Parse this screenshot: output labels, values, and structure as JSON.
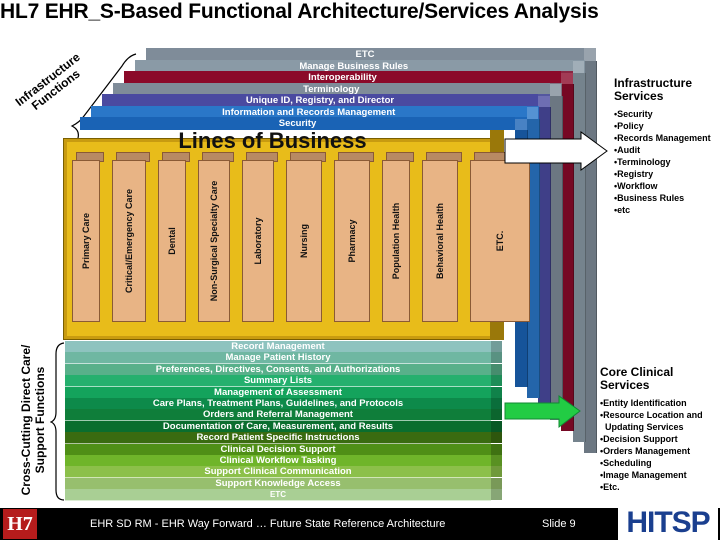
{
  "title": "HL7 EHR_S-Based Functional Architecture/Services Analysis",
  "infra_label": "Infrastructure Functions",
  "cross_label": "Cross-Cutting Direct Care/ Support Functions",
  "infra_layers": [
    {
      "label": "ETC",
      "color": "#7f8c99"
    },
    {
      "label": "Manage Business Rules",
      "color": "#8a9aa6"
    },
    {
      "label": "Interoperability",
      "color": "#8b0a2a"
    },
    {
      "label": "Terminology",
      "color": "#7f8c99"
    },
    {
      "label": "Unique ID, Registry, and Director",
      "color": "#4a4aa0"
    },
    {
      "label": "Information and Records Management",
      "color": "#2a77c8"
    },
    {
      "label": "Security",
      "color": "#1a63b5"
    }
  ],
  "lines_of_business": {
    "title": "Lines of Business",
    "columns": [
      "Primary Care",
      "Critical/Emergency Care",
      "Dental",
      "Non-Surgical Specialty Care",
      "Laboratory",
      "Nursing",
      "Pharmacy",
      "Population Health",
      "Behavioral Health",
      "ETC."
    ]
  },
  "core_layers": [
    {
      "label": "Record Management",
      "color": "#8ec3bf"
    },
    {
      "label": "Manage Patient History",
      "color": "#6fb7a2"
    },
    {
      "label": "Preferences, Directives, Consents, and Authorizations",
      "color": "#58b08a"
    },
    {
      "label": "Summary Lists",
      "color": "#25b06e"
    },
    {
      "label": "Management of Assessment",
      "color": "#14a35c"
    },
    {
      "label": "Care Plans, Treatment Plans, Guidelines, and Protocols",
      "color": "#0d8a4a"
    },
    {
      "label": "Orders and Referral Management",
      "color": "#0f7e3a"
    },
    {
      "label": "Documentation of Care, Measurement, and Results",
      "color": "#0a6e2e"
    },
    {
      "label": "Record Patient Specific Instructions",
      "color": "#3a6b10"
    },
    {
      "label": "Clinical Decision Support",
      "color": "#4f8f16"
    },
    {
      "label": "Clinical Workflow Tasking",
      "color": "#6fb52a"
    },
    {
      "label": "Support Clinical Communication",
      "color": "#8cc04a"
    },
    {
      "label": "Support Knowledge Access",
      "color": "#97bf6e"
    },
    {
      "label": "ETC",
      "color": "#a9cf94"
    }
  ],
  "infra_services": {
    "heading": "Infrastructure Services",
    "items": [
      "•Security",
      "•Policy",
      "•Records Management",
      "•Audit",
      "•Terminology",
      "•Registry",
      "•Workflow",
      "•Business Rules",
      "•etc"
    ]
  },
  "core_services": {
    "heading": "Core Clinical Services",
    "items": [
      "•Entity Identification",
      "•Resource Location and",
      "  Updating Services",
      "•Decision Support",
      "•Orders Management",
      "•Scheduling",
      "•Image Management",
      "•Etc."
    ]
  },
  "footer": {
    "text": "EHR SD RM - EHR Way Forward  … Future State Reference Architecture",
    "slide": "Slide 9",
    "hl7_logo": "H7",
    "hitsp_logo": "HITSP"
  }
}
